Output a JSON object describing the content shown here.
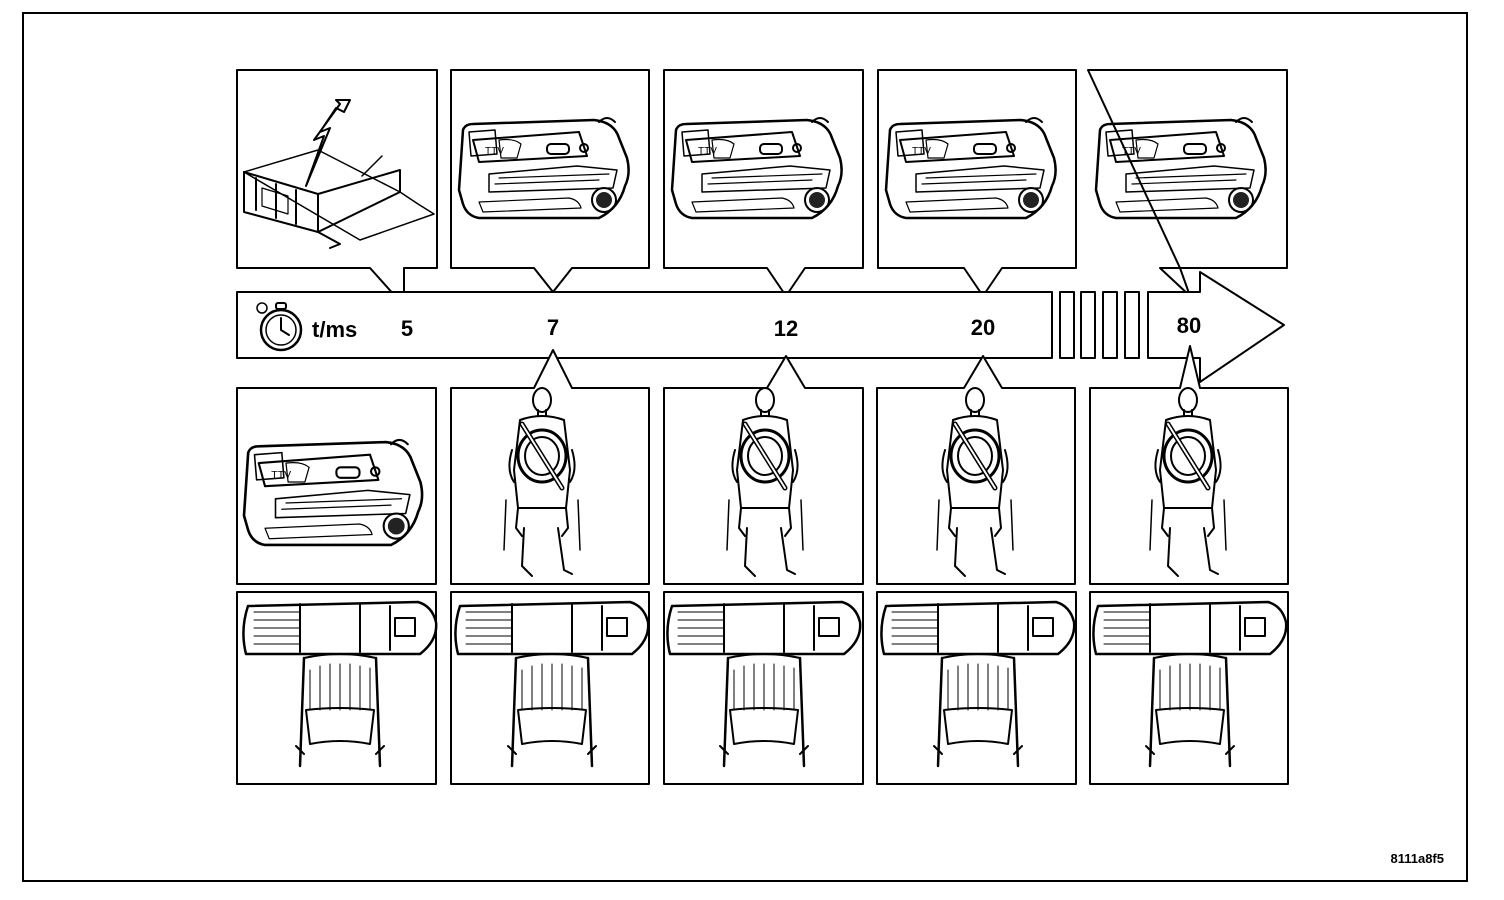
{
  "timeline": {
    "unit_label": "t/ms",
    "times": [
      "5",
      "7",
      "12",
      "20",
      "80"
    ]
  },
  "icons": {
    "stopwatch": "stopwatch-icon",
    "sensor": "crash-sensor-icon",
    "door": "door-panel-icon",
    "occupant": "occupant-airbag-icon",
    "collision": "side-impact-cars-icon"
  },
  "figure_code": "8111a8f5"
}
